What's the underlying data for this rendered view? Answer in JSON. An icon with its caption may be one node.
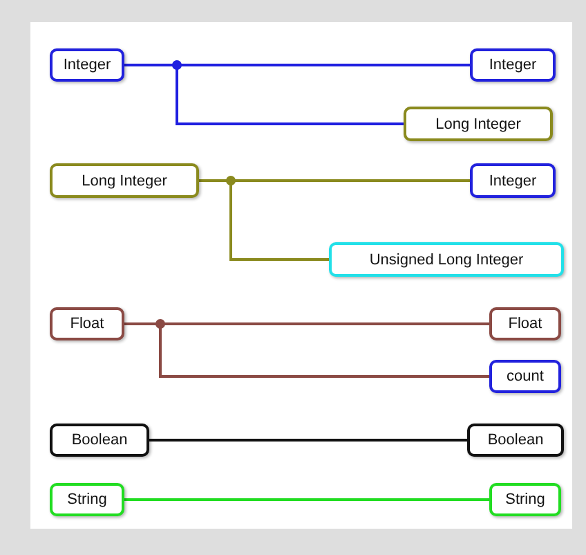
{
  "diagram": {
    "nodes": [
      {
        "text": [
          "Integer"
        ]
      },
      {
        "text": [
          "Integer"
        ]
      },
      {
        "text": [
          "Long Integer"
        ]
      },
      {
        "text": [
          "Long Integer"
        ]
      },
      {
        "text": [
          "Integer"
        ]
      },
      {
        "text": [
          "Unsigned Long Integer"
        ]
      },
      {
        "text": [
          "Float"
        ]
      },
      {
        "text": [
          "Float"
        ]
      },
      {
        "text": [
          "count"
        ]
      },
      {
        "text": [
          "Boolean"
        ]
      },
      {
        "text": [
          "Boolean"
        ]
      },
      {
        "text": [
          "String"
        ]
      },
      {
        "text": [
          "String"
        ]
      }
    ],
    "edges": [
      {
        "from": 0,
        "to": 1,
        "arrow": "none",
        "color": "#1f1fe0"
      },
      {
        "from": 0,
        "to": 2,
        "arrow": "none",
        "color": "#1f1fe0"
      },
      {
        "from": 3,
        "to": 4,
        "arrow": "none",
        "color": "#8a8a1e"
      },
      {
        "from": 3,
        "to": 5,
        "arrow": "none",
        "color": "#8a8a1e"
      },
      {
        "from": 6,
        "to": 7,
        "arrow": "none",
        "color": "#8b4a44"
      },
      {
        "from": 6,
        "to": 8,
        "arrow": "none",
        "color": "#8b4a44"
      },
      {
        "from": 9,
        "to": 10,
        "arrow": "none",
        "color": "#111111"
      },
      {
        "from": 11,
        "to": 12,
        "arrow": "none",
        "color": "#22dd22"
      }
    ]
  }
}
